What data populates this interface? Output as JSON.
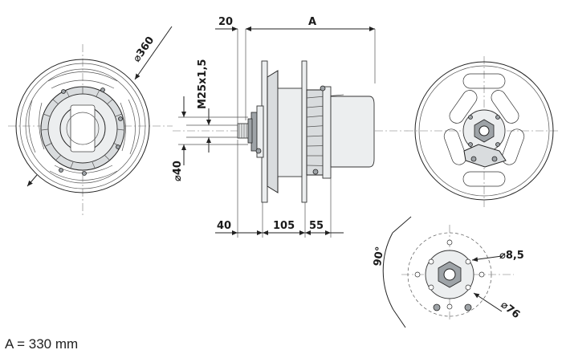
{
  "dimensions": {
    "dia_360": "360",
    "m25": "M25x1,5",
    "dia_40": "40",
    "d20": "20",
    "dA": "A",
    "d40": "40",
    "d105": "105",
    "d55": "55",
    "angle_90": "90°",
    "dia_8_5": "8,5",
    "dia_76": "76"
  },
  "caption": "A = 330 mm",
  "symbols": {
    "diameter": "⌀"
  },
  "colors": {
    "line": "#222222",
    "fill": "#d9dcde",
    "axis": "#777777"
  }
}
